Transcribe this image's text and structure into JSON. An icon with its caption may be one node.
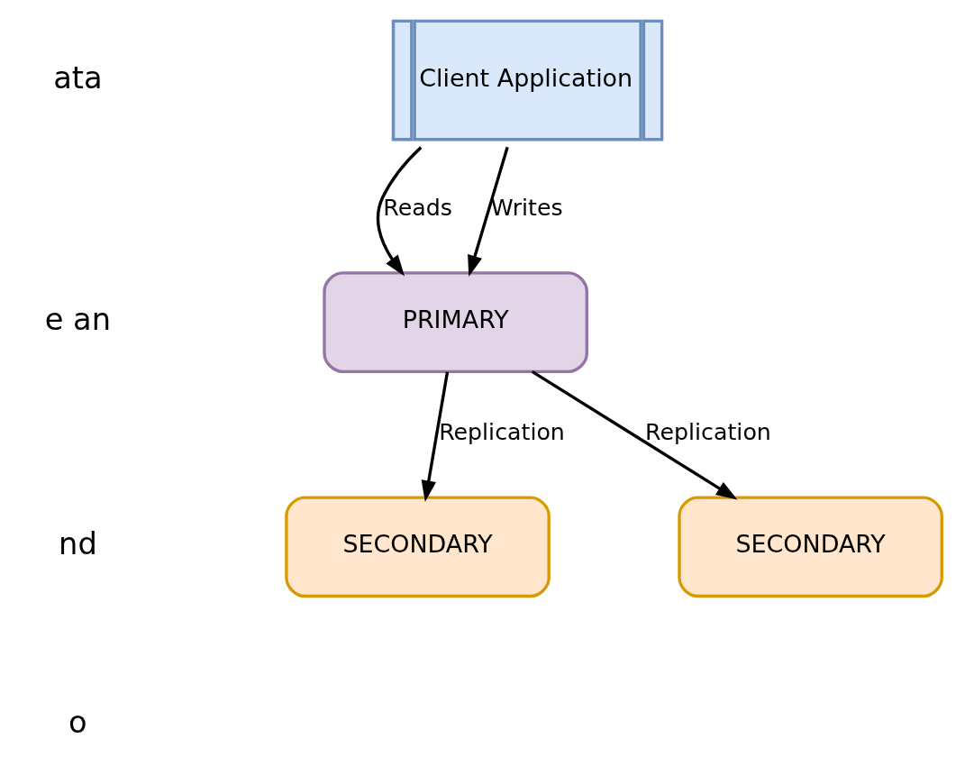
{
  "diagram": {
    "nodes": [
      {
        "text": [
          "Client Application"
        ]
      },
      {
        "text": [
          "PRIMARY"
        ]
      },
      {
        "text": [
          "SECONDARY"
        ]
      },
      {
        "text": [
          "SECONDARY"
        ]
      }
    ],
    "edges": [
      {
        "from": 0,
        "to": 1,
        "arrow": "to",
        "label": "Writes"
      },
      {
        "from": 0,
        "to": 1,
        "arrow": "to",
        "label": "Reads"
      },
      {
        "from": 1,
        "to": 2,
        "arrow": "to",
        "label": "Replication"
      },
      {
        "from": 1,
        "to": 3,
        "arrow": "to",
        "label": "Replication"
      }
    ],
    "labels": [
      "ata",
      "e an",
      "nd",
      "o"
    ]
  }
}
